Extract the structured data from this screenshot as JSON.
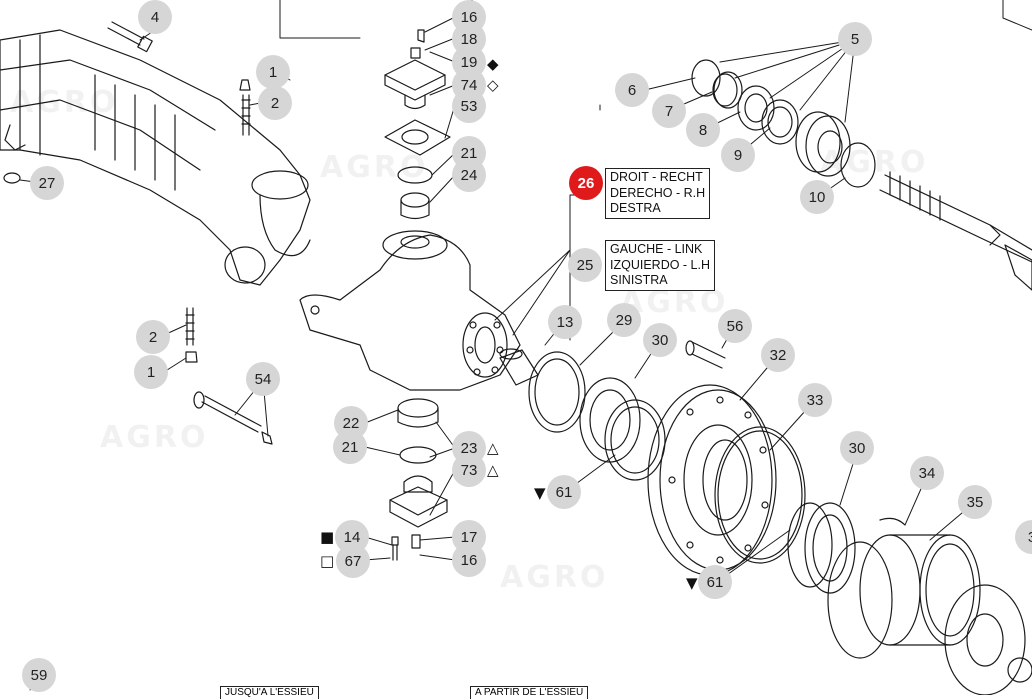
{
  "label_boxes": {
    "right_side": [
      "DROIT - RECHT",
      "DERECHO - R.H",
      "DESTRA"
    ],
    "left_side": [
      "GAUCHE - LINK",
      "IZQUIERDO - L.H",
      "SINISTRA"
    ]
  },
  "watermark": "AGRO",
  "callouts": [
    {
      "id": "c1",
      "num": "1"
    },
    {
      "id": "c2",
      "num": "2"
    },
    {
      "id": "c2b",
      "num": "2"
    },
    {
      "id": "c1b",
      "num": "1"
    },
    {
      "id": "c4",
      "num": "4"
    },
    {
      "id": "c5",
      "num": "5"
    },
    {
      "id": "c6",
      "num": "6"
    },
    {
      "id": "c7",
      "num": "7"
    },
    {
      "id": "c8",
      "num": "8"
    },
    {
      "id": "c9",
      "num": "9"
    },
    {
      "id": "c10",
      "num": "10"
    },
    {
      "id": "c13",
      "num": "13"
    },
    {
      "id": "c14",
      "num": "14"
    },
    {
      "id": "c16",
      "num": "16"
    },
    {
      "id": "c16b",
      "num": "16"
    },
    {
      "id": "c17",
      "num": "17"
    },
    {
      "id": "c18",
      "num": "18"
    },
    {
      "id": "c19",
      "num": "19"
    },
    {
      "id": "c21",
      "num": "21"
    },
    {
      "id": "c21b",
      "num": "21"
    },
    {
      "id": "c22",
      "num": "22"
    },
    {
      "id": "c23",
      "num": "23"
    },
    {
      "id": "c24",
      "num": "24"
    },
    {
      "id": "c25",
      "num": "25"
    },
    {
      "id": "c26",
      "num": "26"
    },
    {
      "id": "c27",
      "num": "27"
    },
    {
      "id": "c29",
      "num": "29"
    },
    {
      "id": "c30",
      "num": "30"
    },
    {
      "id": "c30b",
      "num": "30"
    },
    {
      "id": "c32",
      "num": "32"
    },
    {
      "id": "c33",
      "num": "33"
    },
    {
      "id": "c34",
      "num": "34"
    },
    {
      "id": "c35",
      "num": "35"
    },
    {
      "id": "c36",
      "num": "3"
    },
    {
      "id": "c53",
      "num": "53"
    },
    {
      "id": "c54",
      "num": "54"
    },
    {
      "id": "c56",
      "num": "56"
    },
    {
      "id": "c59",
      "num": "59"
    },
    {
      "id": "c61",
      "num": "61"
    },
    {
      "id": "c61b",
      "num": "61"
    },
    {
      "id": "c67",
      "num": "67"
    },
    {
      "id": "c73",
      "num": "73"
    },
    {
      "id": "c74",
      "num": "74"
    }
  ],
  "symbols": {
    "square_filled": "■",
    "square_open": "□",
    "triangle_down": "▼",
    "triangle_circle": "△",
    "diamond_filled": "◆",
    "diamond_open": "◇"
  },
  "bottom_tags": [
    "JUSQU'A L'ESSIEU",
    "A PARTIR DE L'ESSIEU"
  ],
  "colors": {
    "active_callout": "#e0191b",
    "callout": "#d6d6d6",
    "line": "#1a1a1a"
  }
}
